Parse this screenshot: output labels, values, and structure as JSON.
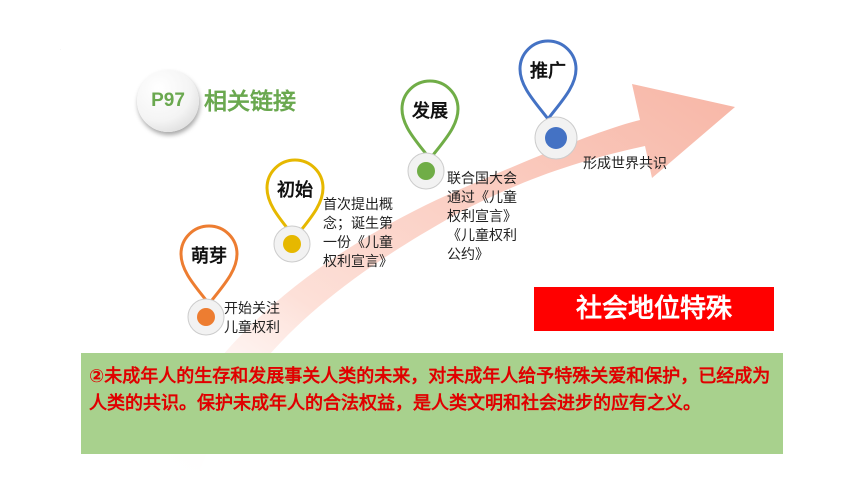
{
  "link": {
    "badge": "P97",
    "title": "相关链接"
  },
  "stages": [
    {
      "label": "萌芽",
      "text": [
        "开始关注",
        "儿童权利"
      ],
      "color": "#ed7d31"
    },
    {
      "label": "初始",
      "text": [
        "首次提出概",
        "念；诞生第",
        "一份《儿童",
        "权利宣言》"
      ],
      "color": "#e6b800"
    },
    {
      "label": "发展",
      "text": [
        "联合国大会",
        "通过《儿童",
        "权利宣言》",
        "《儿童权利",
        "公约》"
      ],
      "color": "#70ad47"
    },
    {
      "label": "推广",
      "text": [
        "形成世界共识"
      ],
      "color": "#4472c4"
    }
  ],
  "highlight": "社会地位特殊",
  "summary": "②未成年人的生存和发展事关人类的未来，对未成年人给予特殊关爱和保护，已经成为人类的共识。保护未成年人的合法权益，是人类文明和社会进步的应有之义。"
}
